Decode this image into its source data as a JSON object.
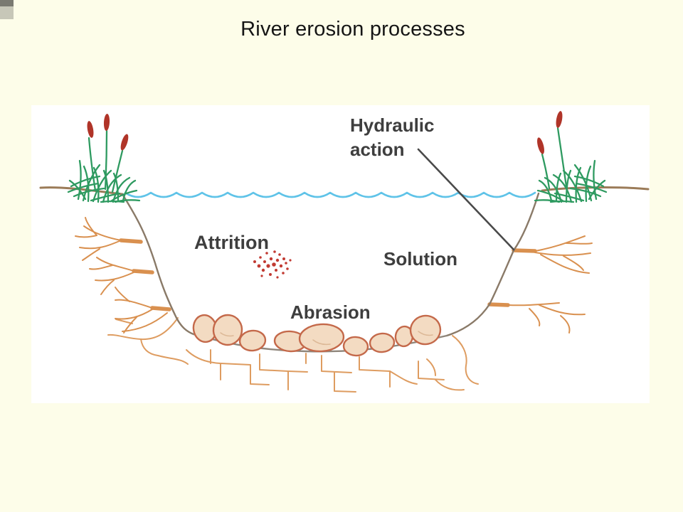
{
  "page": {
    "title": "River erosion processes",
    "background_color": "#fdfde9"
  },
  "diagram": {
    "name": "river-channel-cross-section",
    "labels": {
      "hydraulic": {
        "line1": "Hydraulic",
        "line2": "action"
      },
      "attrition": "Attrition",
      "solution": "Solution",
      "abrasion": "Abrasion"
    },
    "colors": {
      "water": "#5fc3e8",
      "grass": "#2e9a60",
      "cattail": "#b03428",
      "soil_line": "#9b7b58",
      "bank_line": "#8a7a68",
      "bed_line": "#8f867b",
      "roots": "#d9904f",
      "cracks": "#de9c60",
      "rock_fill": "#f3dbc2",
      "rock_outline": "#c4694a",
      "pointer": "#4a4a4a",
      "label_text": "#3e3e3e",
      "particles": "#c13a32",
      "panel_bg": "#ffffff"
    }
  }
}
